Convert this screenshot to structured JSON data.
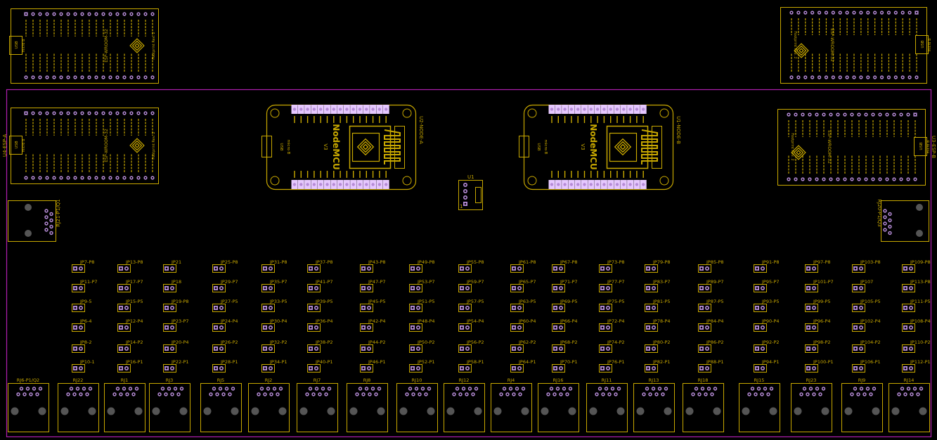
{
  "colors": {
    "background": "#000000",
    "silkscreen": "#c8a800",
    "board_outline": "#b01fb0",
    "pad": "#b58bd6",
    "pad_hole": "#000000",
    "pin_hilite": "#e6c8ff"
  },
  "esp_modules": [
    {
      "ref": "",
      "chip_label": "ESP-WROOM-32",
      "footprint_label": "Footprint Rev. 2",
      "usb_label": "USB",
      "usb_sub": "micro B",
      "rotated": false
    },
    {
      "ref": "",
      "chip_label": "ESP-WROOM-32",
      "footprint_label": "Footprint Rev. 2",
      "usb_label": "USB",
      "usb_sub": "micro B",
      "rotated": true
    },
    {
      "ref": "U4-ESP-A",
      "chip_label": "ESP-WROOM-32",
      "footprint_label": "Footprint Rev. 2",
      "usb_label": "USB",
      "usb_sub": "micro B",
      "rotated": false
    },
    {
      "ref": "U3-ESP-B",
      "chip_label": "ESP-WROOM-32",
      "footprint_label": "Footprint Rev. 2",
      "usb_label": "USB",
      "usb_sub": "micro B",
      "rotated": true
    }
  ],
  "nodemcu": [
    {
      "ref": "U2-NODE-A",
      "title": "NodeMCU",
      "version": "V3",
      "usb_label": "USB",
      "usb_sub": "micro B"
    },
    {
      "ref": "U1-NODE-B",
      "title": "NodeMCU",
      "version": "V3",
      "usb_label": "USB",
      "usb_sub": "micro B"
    }
  ],
  "connector_u1": {
    "ref": "U1",
    "pin1": "1"
  },
  "side_jacks": [
    {
      "ref": "RJ21-P1/Q1"
    },
    {
      "ref": "RJ20-P1/Q3"
    }
  ],
  "jumper_columns": [
    [
      "JP7-P8",
      "JP11-P7",
      "JP9-5",
      "JP6-4",
      "JP8-2",
      "JP10-1"
    ],
    [
      "JP13-P8",
      "JP17-P7",
      "JP15-P5",
      "JP12-P4",
      "JP14-P2",
      "JP16-P1"
    ],
    [
      "JP21",
      "JP18",
      "JP19-P8",
      "JP23-P7",
      "JP20-P4",
      "JP22-P1"
    ],
    [
      "JP25-P8",
      "JP29-P7",
      "JP27-P5",
      "JP24-P4",
      "JP26-P2",
      "JP28-P1"
    ],
    [
      "JP31-P8",
      "JP35-P7",
      "JP33-P5",
      "JP30-P4",
      "JP32-P2",
      "JP34-P1"
    ],
    [
      "JP37-P8",
      "JP41-P7",
      "JP39-P5",
      "JP36-P4",
      "JP38-P2",
      "JP40-P1"
    ],
    [
      "JP43-P8",
      "JP47-P7",
      "JP45-P5",
      "JP42-P4",
      "JP44-P2",
      "JP46-P1"
    ],
    [
      "JP49-P8",
      "JP53-P7",
      "JP51-P5",
      "JP48-P4",
      "JP50-P2",
      "JP52-P1"
    ],
    [
      "JP55-P8",
      "JP59-P7",
      "JP57-P5",
      "JP54-P4",
      "JP56-P2",
      "JP58-P1"
    ],
    [
      "JP61-P8",
      "JP65-P7",
      "JP63-P5",
      "JP60-P4",
      "JP62-P2",
      "JP64-P1"
    ],
    [
      "JP67-P8",
      "JP71-P7",
      "JP69-P5",
      "JP66-P4",
      "JP68-P2",
      "JP70-P1"
    ],
    [
      "JP73-P8",
      "JP77-P7",
      "JP75-P5",
      "JP72-P4",
      "JP74-P2",
      "JP76-P1"
    ],
    [
      "JP79-P8",
      "JP83-P7",
      "JP81-P5",
      "JP78-P4",
      "JP80-P2",
      "JP82-P1"
    ],
    [
      "JP85-P8",
      "JP89-P7",
      "JP87-P5",
      "JP84-P4",
      "JP86-P2",
      "JP88-P1"
    ],
    [
      "JP91-P8",
      "JP95-P7",
      "JP93-P5",
      "JP90-P4",
      "JP92-P2",
      "JP94-P1"
    ],
    [
      "JP97-P8",
      "JP101-P7",
      "JP99-P5",
      "JP96-P4",
      "JP98-P2",
      "JP100-P1"
    ],
    [
      "JP103-P8",
      "JP107",
      "JP105-P5",
      "JP102-P4",
      "JP104-P2",
      "JP106-P1"
    ],
    [
      "JP109-P8",
      "JP113-P8",
      "JP111-P5",
      "JP108-P4",
      "JP110-P2",
      "JP112-P1"
    ]
  ],
  "rj45_jacks": [
    "RJ6-P1/Q2",
    "RJ22",
    "RJ1",
    "RJ3",
    "RJ5",
    "RJ2",
    "RJ7",
    "RJ8",
    "RJ10",
    "RJ12",
    "RJ4",
    "RJ16",
    "RJ11",
    "RJ13",
    "RJ18",
    "RJ15",
    "RJ23",
    "RJ9",
    "RJ14"
  ]
}
